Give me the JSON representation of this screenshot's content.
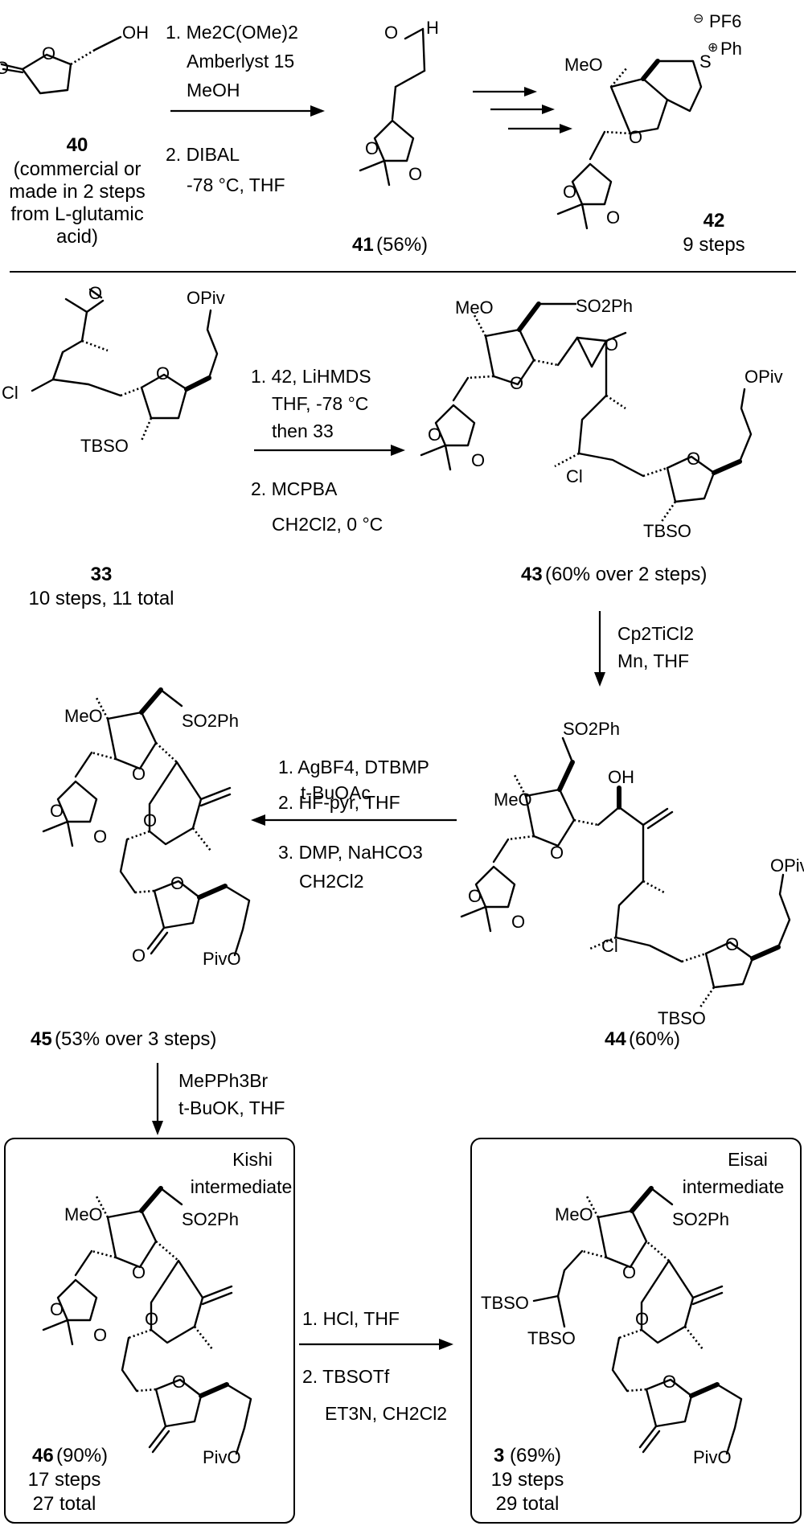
{
  "atoms": {
    "oh": "OH",
    "o": "O",
    "h": "H",
    "meo": "MeO",
    "oh_bold": "OH",
    "so2ph": "SO2Ph",
    "ph": "Ph",
    "pf6": "PF6",
    "s": "S",
    "opiv": "OPiv",
    "pivo": "PivO",
    "cl": "Cl",
    "tbso": "TBSO",
    "minus": "⊖",
    "plus": "⊕"
  },
  "compounds": {
    "c40": {
      "number": "40",
      "note_lines": [
        "(commercial or",
        "made in 2 steps",
        "from L-glutamic",
        "acid)"
      ]
    },
    "c41": {
      "number": "41",
      "yield": "(56%)"
    },
    "c42": {
      "number": "42",
      "steps": "9 steps"
    },
    "c33": {
      "number": "33",
      "steps": "10 steps, 11 total"
    },
    "c43": {
      "number": "43",
      "yield": "(60% over 2 steps)"
    },
    "c44": {
      "number": "44",
      "yield": "(60%)"
    },
    "c45": {
      "number": "45",
      "yield": "(53% over 3 steps)"
    },
    "c46": {
      "number": "46",
      "yield": "(90%)",
      "steps": "17 steps",
      "total": "27 total",
      "box_title": [
        "Kishi",
        "intermediate"
      ]
    },
    "c3": {
      "number": "3",
      "yield": "(69%)",
      "steps": "19 steps",
      "total": "29 total",
      "box_title": [
        "Eisai",
        "intermediate"
      ]
    }
  },
  "reactions": {
    "r1": {
      "lines": [
        "1. Me2C(OMe)2",
        "Amberlyst 15",
        "MeOH",
        "2. DIBAL",
        "-78 °C, THF"
      ]
    },
    "r2": {
      "lines": [
        "1. 42, LiHMDS",
        "THF, -78 °C",
        "then 33",
        "2. MCPBA",
        "CH2Cl2, 0 °C"
      ]
    },
    "r3": {
      "lines": [
        "Cp2TiCl2",
        "Mn, THF"
      ]
    },
    "r4": {
      "lines": [
        "1. AgBF4, DTBMP",
        "t-BuOAc",
        "2. HF-pyr, THF",
        "3. DMP, NaHCO3",
        "CH2Cl2"
      ]
    },
    "r5": {
      "lines": [
        "MePPh3Br",
        "t-BuOK, THF"
      ]
    },
    "r6": {
      "lines": [
        "1. HCl, THF",
        "2. TBSOTf",
        "ET3N, CH2Cl2"
      ]
    }
  }
}
